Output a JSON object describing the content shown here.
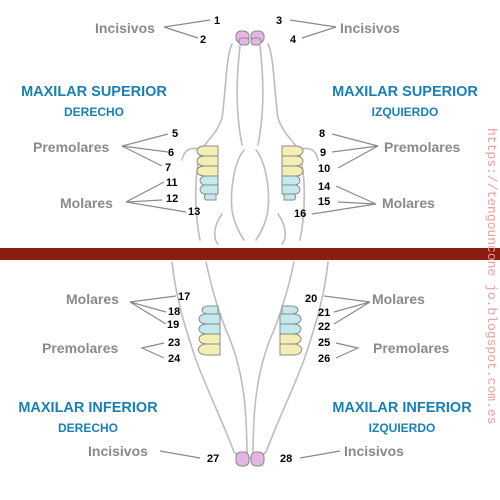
{
  "colors": {
    "divider": "#8b1d10",
    "incisor": "#e4b6e4",
    "premolar": "#f4eeb4",
    "molar": "#c4e8ec",
    "title": "#1b7fb0",
    "group_label": "#8a8a8a",
    "watermark": "#e8a0a0"
  },
  "titles": {
    "upper_right_line1": "MAXILAR SUPERIOR",
    "upper_right_line2": "DERECHO",
    "upper_left_line1": "MAXILAR SUPERIOR",
    "upper_left_line2": "IZQUIERDO",
    "lower_right_line1": "MAXILAR INFERIOR",
    "lower_right_line2": "DERECHO",
    "lower_left_line1": "MAXILAR INFERIOR",
    "lower_left_line2": "IZQUIERDO"
  },
  "labels": {
    "incisivos": "Incisivos",
    "premolares": "Premolares",
    "molares": "Molares"
  },
  "tooth_numbers": {
    "n1": "1",
    "n2": "2",
    "n3": "3",
    "n4": "4",
    "n5": "5",
    "n6": "6",
    "n7": "7",
    "n8": "8",
    "n9": "9",
    "n10": "10",
    "n11": "11",
    "n12": "12",
    "n13": "13",
    "n14": "14",
    "n15": "15",
    "n16": "16",
    "n17": "17",
    "n18": "18",
    "n19": "19",
    "n20": "20",
    "n21": "21",
    "n22": "22",
    "n23": "23",
    "n24": "24",
    "n25": "25",
    "n26": "26",
    "n27": "27",
    "n28": "28"
  },
  "watermark": "https://tengouncone jo.blogspot.com.es"
}
